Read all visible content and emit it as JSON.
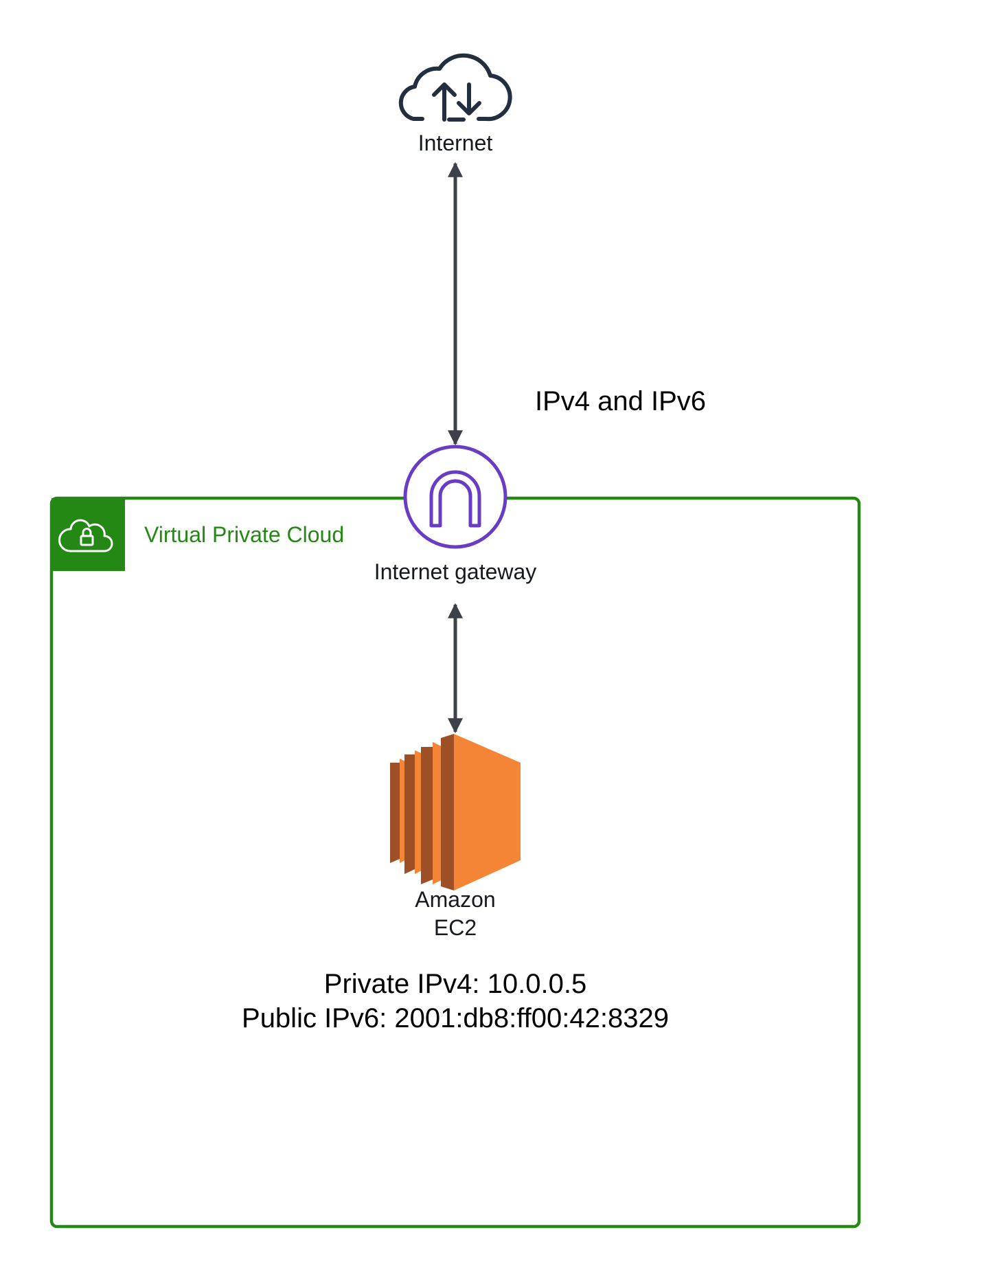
{
  "nodes": {
    "internet": {
      "label": "Internet",
      "icon": "cloud-upload-download-icon"
    },
    "gateway": {
      "label": "Internet gateway",
      "icon": "internet-gateway-icon"
    },
    "ec2": {
      "label_line1": "Amazon",
      "label_line2": "EC2",
      "icon": "amazon-ec2-icon"
    }
  },
  "vpc": {
    "label": "Virtual Private Cloud",
    "icon": "vpc-lock-cloud-icon"
  },
  "edges": {
    "internet_gateway": {
      "label": "IPv4 and IPv6"
    }
  },
  "ec2_addresses": {
    "private_ipv4": "Private IPv4: 10.0.0.5",
    "public_ipv6": "Public IPv6: 2001:db8:ff00:42:8329"
  },
  "colors": {
    "vpc_green": "#248814",
    "gateway_purple": "#693cc5",
    "arrow": "#3b4049",
    "ec2_orange": "#f58536",
    "ec2_dark": "#9d5025",
    "ink": "#232f3e"
  }
}
